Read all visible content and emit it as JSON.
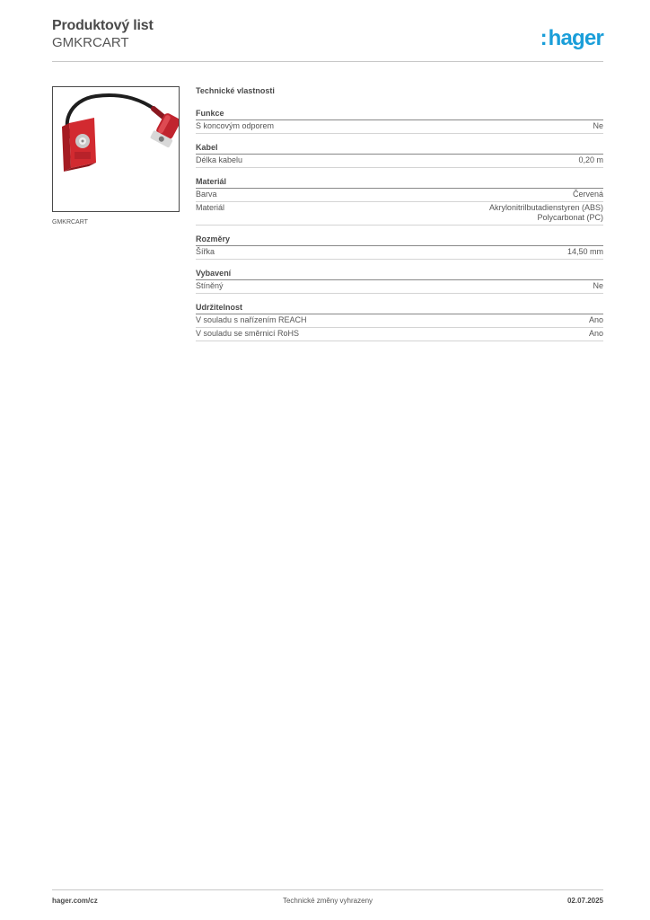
{
  "header": {
    "title": "Produktový list",
    "subtitle": "GMKRCART",
    "logo_text": "hager",
    "logo_colon": ":",
    "logo_color": "#1a9ed9"
  },
  "product": {
    "image_caption": "GMKRCART",
    "image_icon": "rca-keystone-adapter-red-icon"
  },
  "specs": {
    "title": "Technické vlastnosti",
    "groups": [
      {
        "title": "Funkce",
        "rows": [
          {
            "label": "S koncovým odporem",
            "value": [
              "Ne"
            ]
          }
        ]
      },
      {
        "title": "Kabel",
        "rows": [
          {
            "label": "Délka kabelu",
            "value": [
              "0,20 m"
            ]
          }
        ]
      },
      {
        "title": "Materiál",
        "rows": [
          {
            "label": "Barva",
            "value": [
              "Červená"
            ]
          },
          {
            "label": "Materiál",
            "value": [
              "Akrylonitrilbutadienstyren (ABS)",
              "Polycarbonat (PC)"
            ]
          }
        ]
      },
      {
        "title": "Rozměry",
        "rows": [
          {
            "label": "Šířka",
            "value": [
              "14,50 mm"
            ]
          }
        ]
      },
      {
        "title": "Vybavení",
        "rows": [
          {
            "label": "Stíněný",
            "value": [
              "Ne"
            ]
          }
        ]
      },
      {
        "title": "Udržitelnost",
        "rows": [
          {
            "label": "V souladu s nařízením REACH",
            "value": [
              "Ano"
            ]
          },
          {
            "label": "V souladu se směrnicí RoHS",
            "value": [
              "Ano"
            ]
          }
        ]
      }
    ]
  },
  "footer": {
    "website": "hager.com/cz",
    "note": "Technické změny vyhrazeny",
    "date": "02.07.2025"
  }
}
